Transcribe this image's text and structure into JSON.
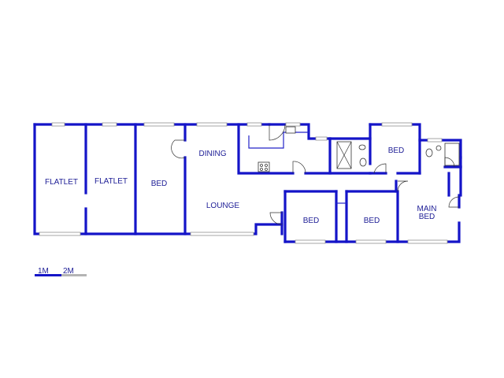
{
  "rooms": {
    "flatlet1": "FLATLET",
    "flatlet2": "FLATLET",
    "bed_left": "BED",
    "dining": "DINING",
    "lounge": "LOUNGE",
    "bed_top_right": "BED",
    "bed_bottom_1": "BED",
    "bed_bottom_2": "BED",
    "main_bed_line1": "MAIN",
    "main_bed_line2": "BED"
  },
  "scale": {
    "label_1": "1M",
    "label_2": "2M"
  },
  "colors": {
    "wall": "#1414c8",
    "label": "#1e1e96",
    "scale_gray": "#b4b4b4"
  }
}
